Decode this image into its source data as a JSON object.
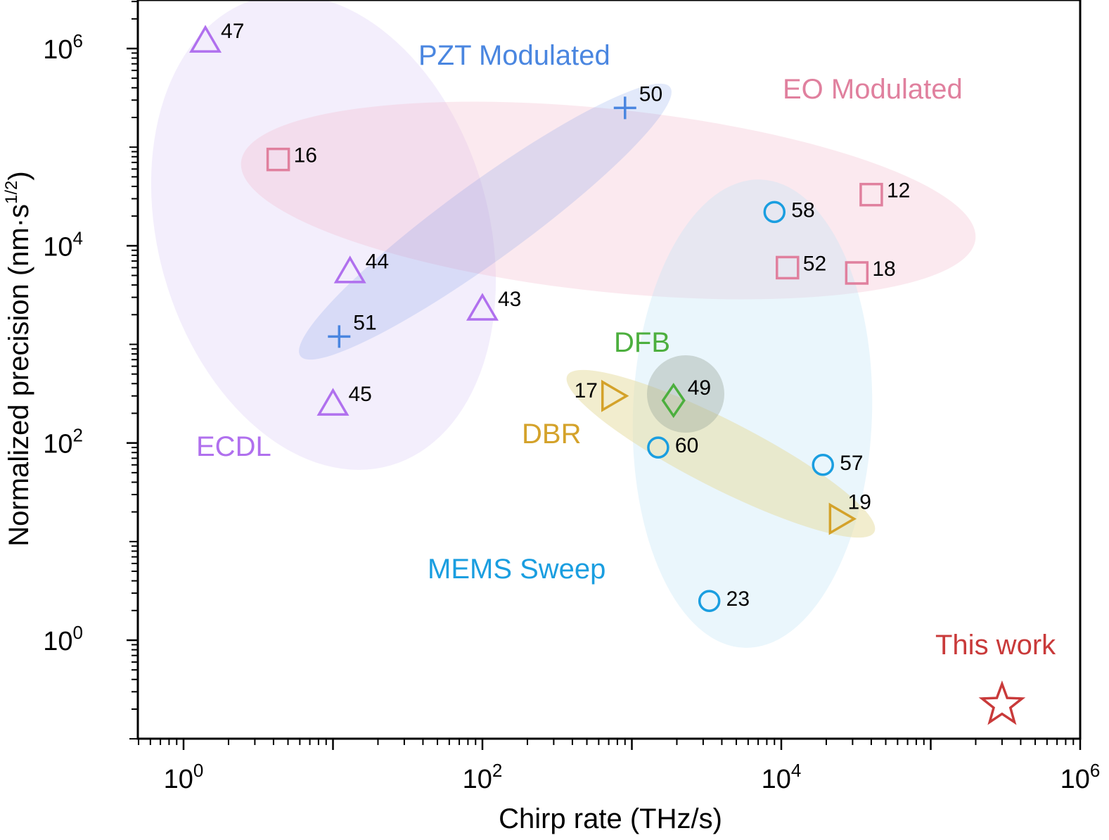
{
  "chart_data": {
    "type": "scatter",
    "xlabel": "Chirp rate (THz/s)",
    "ylabel": "Normalized precision (nm·s^(1/2))",
    "xscale": "log",
    "yscale": "log",
    "xlim": [
      0.5,
      1000000
    ],
    "ylim": [
      0.07,
      3000000
    ],
    "x_ticks": [
      {
        "base": "10",
        "exp": "0",
        "value": 1
      },
      {
        "base": "10",
        "exp": "2",
        "value": 100
      },
      {
        "base": "10",
        "exp": "4",
        "value": 10000
      },
      {
        "base": "10",
        "exp": "6",
        "value": 1000000
      }
    ],
    "y_ticks": [
      {
        "base": "10",
        "exp": "0",
        "value": 1
      },
      {
        "base": "10",
        "exp": "2",
        "value": 100
      },
      {
        "base": "10",
        "exp": "4",
        "value": 10000
      },
      {
        "base": "10",
        "exp": "6",
        "value": 1000000
      }
    ],
    "grid": false,
    "legend": "none",
    "groups": [
      {
        "name": "ECDL",
        "color": "#b070ee",
        "fill": "#c5a8f2",
        "marker": "triangle",
        "points": [
          {
            "label": "47",
            "x": 1.4,
            "y": 1200000
          },
          {
            "label": "44",
            "x": 13,
            "y": 5500
          },
          {
            "label": "43",
            "x": 100,
            "y": 2300
          },
          {
            "label": "45",
            "x": 10,
            "y": 250
          }
        ]
      },
      {
        "name": "PZT Modulated",
        "color": "#4a86e0",
        "fill": "#6f93e6",
        "marker": "plus",
        "points": [
          {
            "label": "50",
            "x": 900,
            "y": 250000
          },
          {
            "label": "51",
            "x": 11,
            "y": 1200
          }
        ]
      },
      {
        "name": "EO Modulated",
        "color": "#e0809e",
        "fill": "#f3bccc",
        "marker": "square",
        "points": [
          {
            "label": "16",
            "x": 4.3,
            "y": 75000
          },
          {
            "label": "12",
            "x": 40000,
            "y": 33000
          },
          {
            "label": "52",
            "x": 11000,
            "y": 6000
          },
          {
            "label": "18",
            "x": 32000,
            "y": 5300
          }
        ]
      },
      {
        "name": "MEMS Sweep",
        "color": "#1a9ee0",
        "fill": "#bfe3f7",
        "marker": "circle",
        "points": [
          {
            "label": "58",
            "x": 9000,
            "y": 22000
          },
          {
            "label": "60",
            "x": 1500,
            "y": 90
          },
          {
            "label": "57",
            "x": 19000,
            "y": 60
          },
          {
            "label": "23",
            "x": 3300,
            "y": 2.5
          }
        ]
      },
      {
        "name": "DBR",
        "color": "#d4a22a",
        "fill": "#e6dc9e",
        "marker": "triangle-right",
        "points": [
          {
            "label": "17",
            "x": 750,
            "y": 300
          },
          {
            "label": "19",
            "x": 25000,
            "y": 17
          }
        ]
      },
      {
        "name": "DFB",
        "color": "#4caf3e",
        "fill": "#9aa89a",
        "marker": "diamond",
        "points": [
          {
            "label": "49",
            "x": 1900,
            "y": 270
          }
        ]
      },
      {
        "name": "This work",
        "color": "#c93a3a",
        "fill": "#ffffff",
        "marker": "star",
        "points": [
          {
            "label": "",
            "x": 300000,
            "y": 0.22
          }
        ]
      }
    ]
  },
  "colors": {
    "ecdl": "#b070ee",
    "pzt": "#4a86e0",
    "eo": "#e0809e",
    "mems": "#1a9ee0",
    "dbr": "#d4a22a",
    "dfb": "#4caf3e",
    "this_work": "#c93a3a",
    "axis": "#000000"
  }
}
